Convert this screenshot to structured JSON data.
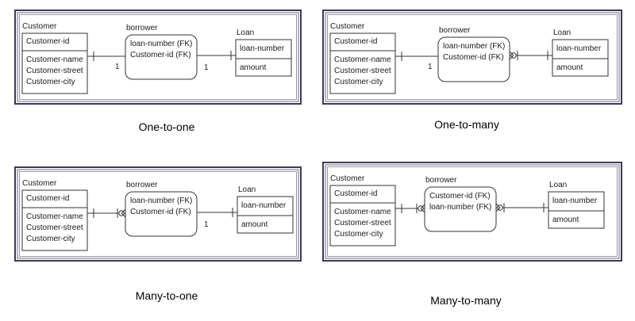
{
  "entities": {
    "customer": {
      "name": "Customer",
      "key": "Customer-id",
      "attributes": [
        "Customer-name",
        "Customer-street",
        "Customer-city"
      ]
    },
    "loan": {
      "name": "Loan",
      "key": "loan-number",
      "attributes": [
        "amount"
      ]
    },
    "borrower": {
      "name": "borrower"
    }
  },
  "diagrams": [
    {
      "caption": "One-to-one",
      "borrower_keys": [
        "loan-number (FK)",
        "Customer-id (FK)"
      ],
      "left_label": "1",
      "right_label": "1",
      "left_end": "one",
      "right_end": "one"
    },
    {
      "caption": "One-to-many",
      "borrower_keys": [
        "loan-number (FK)",
        "Customer-id (FK)"
      ],
      "left_label": "1",
      "right_label": "",
      "left_end": "one",
      "right_end": "many"
    },
    {
      "caption": "Many-to-one",
      "borrower_keys": [
        "loan-number (FK)",
        "Customer-id (FK)"
      ],
      "left_label": "",
      "right_label": "1",
      "left_end": "many",
      "right_end": "one"
    },
    {
      "caption": "Many-to-many",
      "borrower_keys": [
        "Customer-id (FK)",
        "loan-number (FK)"
      ],
      "left_label": "",
      "right_label": "",
      "left_end": "many",
      "right_end": "many"
    }
  ]
}
